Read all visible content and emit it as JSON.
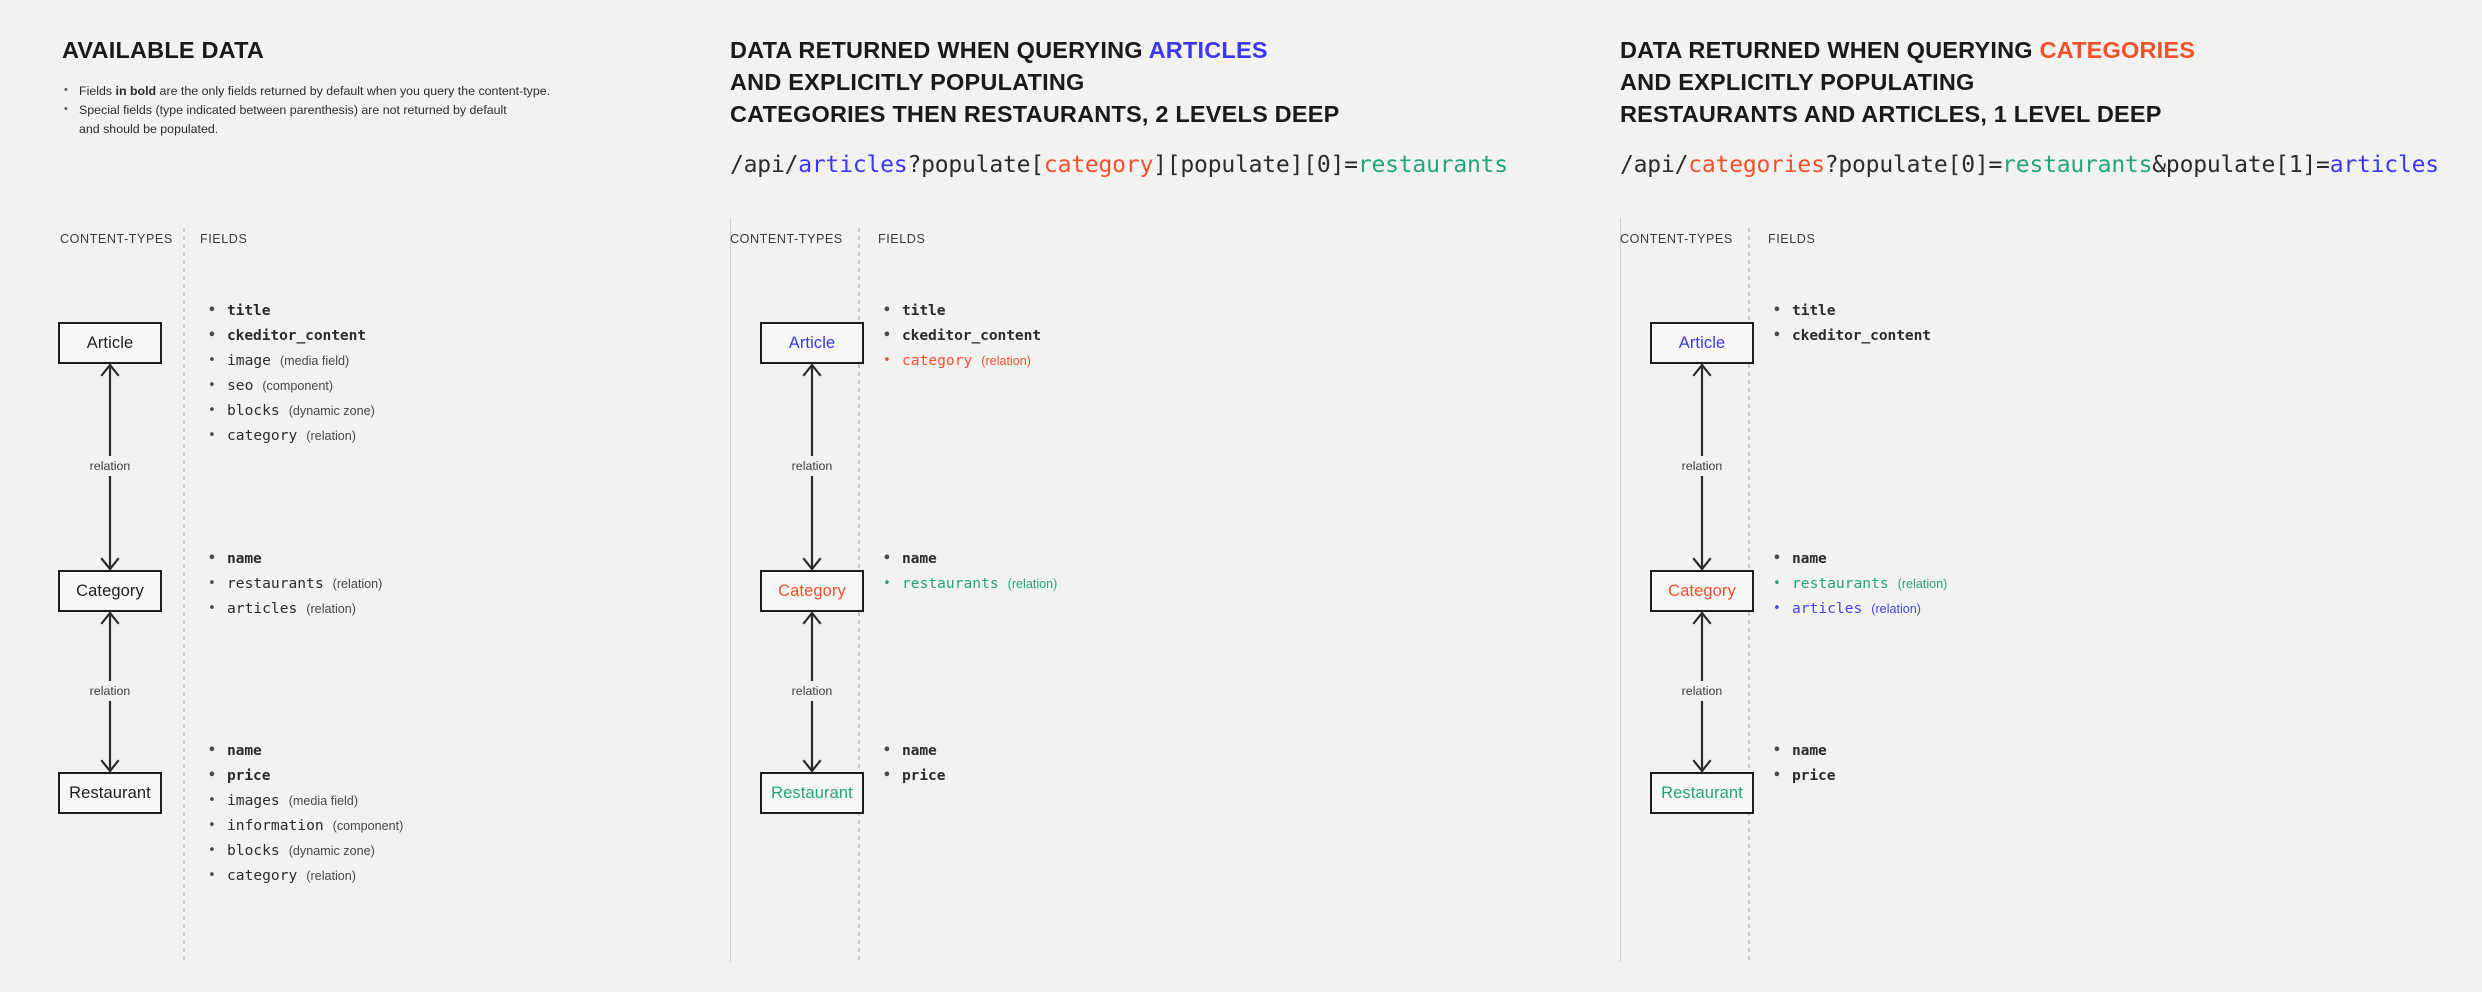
{
  "colors": {
    "background": "#f2f2f1",
    "articles_blue": "#3b37f5",
    "categories_red": "#f4502b",
    "restaurants_teal": "#24a37f",
    "text": "#1f1f1f"
  },
  "panels": [
    {
      "id": "available-data",
      "title_parts": [
        {
          "text": "AVAILABLE DATA",
          "color": "default"
        }
      ],
      "notes": [
        {
          "pre": "Fields ",
          "bold": "in bold",
          "post": " are the only fields returned by default when you query the content-type."
        },
        {
          "pre": "Special fields (type indicated between parenthesis) are not returned by default",
          "bold": "",
          "post": "",
          "second_line": "and should be populated."
        }
      ],
      "query": null,
      "columns": {
        "content_types": "CONTENT-TYPES",
        "fields": "FIELDS"
      },
      "nodes": [
        {
          "label": "Article",
          "color": "default"
        },
        {
          "label": "Category",
          "color": "default"
        },
        {
          "label": "Restaurant",
          "color": "default"
        }
      ],
      "connector_labels": [
        "relation",
        "relation"
      ],
      "field_groups": [
        {
          "for": "Article",
          "items": [
            {
              "name": "title",
              "type": "",
              "bold": true,
              "color": "default"
            },
            {
              "name": "ckeditor_content",
              "type": "",
              "bold": true,
              "color": "default"
            },
            {
              "name": "image",
              "type": "(media field)",
              "bold": false,
              "color": "default"
            },
            {
              "name": "seo",
              "type": "(component)",
              "bold": false,
              "color": "default"
            },
            {
              "name": "blocks",
              "type": "(dynamic zone)",
              "bold": false,
              "color": "default"
            },
            {
              "name": "category",
              "type": "(relation)",
              "bold": false,
              "color": "default"
            }
          ]
        },
        {
          "for": "Category",
          "items": [
            {
              "name": "name",
              "type": "",
              "bold": true,
              "color": "default"
            },
            {
              "name": "restaurants",
              "type": "(relation)",
              "bold": false,
              "color": "default"
            },
            {
              "name": "articles",
              "type": "(relation)",
              "bold": false,
              "color": "default"
            }
          ]
        },
        {
          "for": "Restaurant",
          "items": [
            {
              "name": "name",
              "type": "",
              "bold": true,
              "color": "default"
            },
            {
              "name": "price",
              "type": "",
              "bold": true,
              "color": "default"
            },
            {
              "name": "images",
              "type": "(media field)",
              "bold": false,
              "color": "default"
            },
            {
              "name": "information",
              "type": "(component)",
              "bold": false,
              "color": "default"
            },
            {
              "name": "blocks",
              "type": "(dynamic zone)",
              "bold": false,
              "color": "default"
            },
            {
              "name": "category",
              "type": "(relation)",
              "bold": false,
              "color": "default"
            }
          ]
        }
      ]
    },
    {
      "id": "querying-articles",
      "title_lines": [
        [
          {
            "text": "DATA RETURNED WHEN QUERYING ",
            "color": "default"
          },
          {
            "text": "ARTICLES",
            "color": "blue"
          }
        ],
        [
          {
            "text": "AND EXPLICITLY POPULATING",
            "color": "default"
          }
        ],
        [
          {
            "text": "CATEGORIES THEN RESTAURANTS, 2 LEVELS DEEP",
            "color": "default"
          }
        ]
      ],
      "query_parts": [
        {
          "text": "/api/",
          "color": "default"
        },
        {
          "text": "articles",
          "color": "blue"
        },
        {
          "text": "?populate[",
          "color": "default"
        },
        {
          "text": "category",
          "color": "red"
        },
        {
          "text": "][populate][0]=",
          "color": "default"
        },
        {
          "text": "restaurants",
          "color": "teal"
        }
      ],
      "columns": {
        "content_types": "CONTENT-TYPES",
        "fields": "FIELDS"
      },
      "nodes": [
        {
          "label": "Article",
          "color": "blue"
        },
        {
          "label": "Category",
          "color": "red"
        },
        {
          "label": "Restaurant",
          "color": "teal"
        }
      ],
      "connector_labels": [
        "relation",
        "relation"
      ],
      "field_groups": [
        {
          "for": "Article",
          "items": [
            {
              "name": "title",
              "type": "",
              "bold": true,
              "color": "default"
            },
            {
              "name": "ckeditor_content",
              "type": "",
              "bold": true,
              "color": "default"
            },
            {
              "name": "category",
              "type": "(relation)",
              "bold": false,
              "color": "red"
            }
          ]
        },
        {
          "for": "Category",
          "items": [
            {
              "name": "name",
              "type": "",
              "bold": true,
              "color": "default"
            },
            {
              "name": "restaurants",
              "type": "(relation)",
              "bold": false,
              "color": "teal"
            }
          ]
        },
        {
          "for": "Restaurant",
          "items": [
            {
              "name": "name",
              "type": "",
              "bold": true,
              "color": "default"
            },
            {
              "name": "price",
              "type": "",
              "bold": true,
              "color": "default"
            }
          ]
        }
      ]
    },
    {
      "id": "querying-categories",
      "title_lines": [
        [
          {
            "text": "DATA RETURNED WHEN QUERYING ",
            "color": "default"
          },
          {
            "text": "CATEGORIES",
            "color": "red"
          }
        ],
        [
          {
            "text": "AND EXPLICITLY POPULATING",
            "color": "default"
          }
        ],
        [
          {
            "text": "RESTAURANTS AND ARTICLES, 1 LEVEL DEEP",
            "color": "default"
          }
        ]
      ],
      "query_parts": [
        {
          "text": "/api/",
          "color": "default"
        },
        {
          "text": "categories",
          "color": "red"
        },
        {
          "text": "?populate[0]=",
          "color": "default"
        },
        {
          "text": "restaurants",
          "color": "teal"
        },
        {
          "text": "&populate[1]=",
          "color": "default"
        },
        {
          "text": "articles",
          "color": "blue"
        }
      ],
      "columns": {
        "content_types": "CONTENT-TYPES",
        "fields": "FIELDS"
      },
      "nodes": [
        {
          "label": "Article",
          "color": "blue"
        },
        {
          "label": "Category",
          "color": "red"
        },
        {
          "label": "Restaurant",
          "color": "teal"
        }
      ],
      "connector_labels": [
        "relation",
        "relation"
      ],
      "field_groups": [
        {
          "for": "Article",
          "items": [
            {
              "name": "title",
              "type": "",
              "bold": true,
              "color": "default"
            },
            {
              "name": "ckeditor_content",
              "type": "",
              "bold": true,
              "color": "default"
            }
          ]
        },
        {
          "for": "Category",
          "items": [
            {
              "name": "name",
              "type": "",
              "bold": true,
              "color": "default"
            },
            {
              "name": "restaurants",
              "type": "(relation)",
              "bold": false,
              "color": "teal"
            },
            {
              "name": "articles",
              "type": "(relation)",
              "bold": false,
              "color": "blue"
            }
          ]
        },
        {
          "for": "Restaurant",
          "items": [
            {
              "name": "name",
              "type": "",
              "bold": true,
              "color": "default"
            },
            {
              "name": "price",
              "type": "",
              "bold": true,
              "color": "default"
            }
          ]
        }
      ]
    }
  ]
}
